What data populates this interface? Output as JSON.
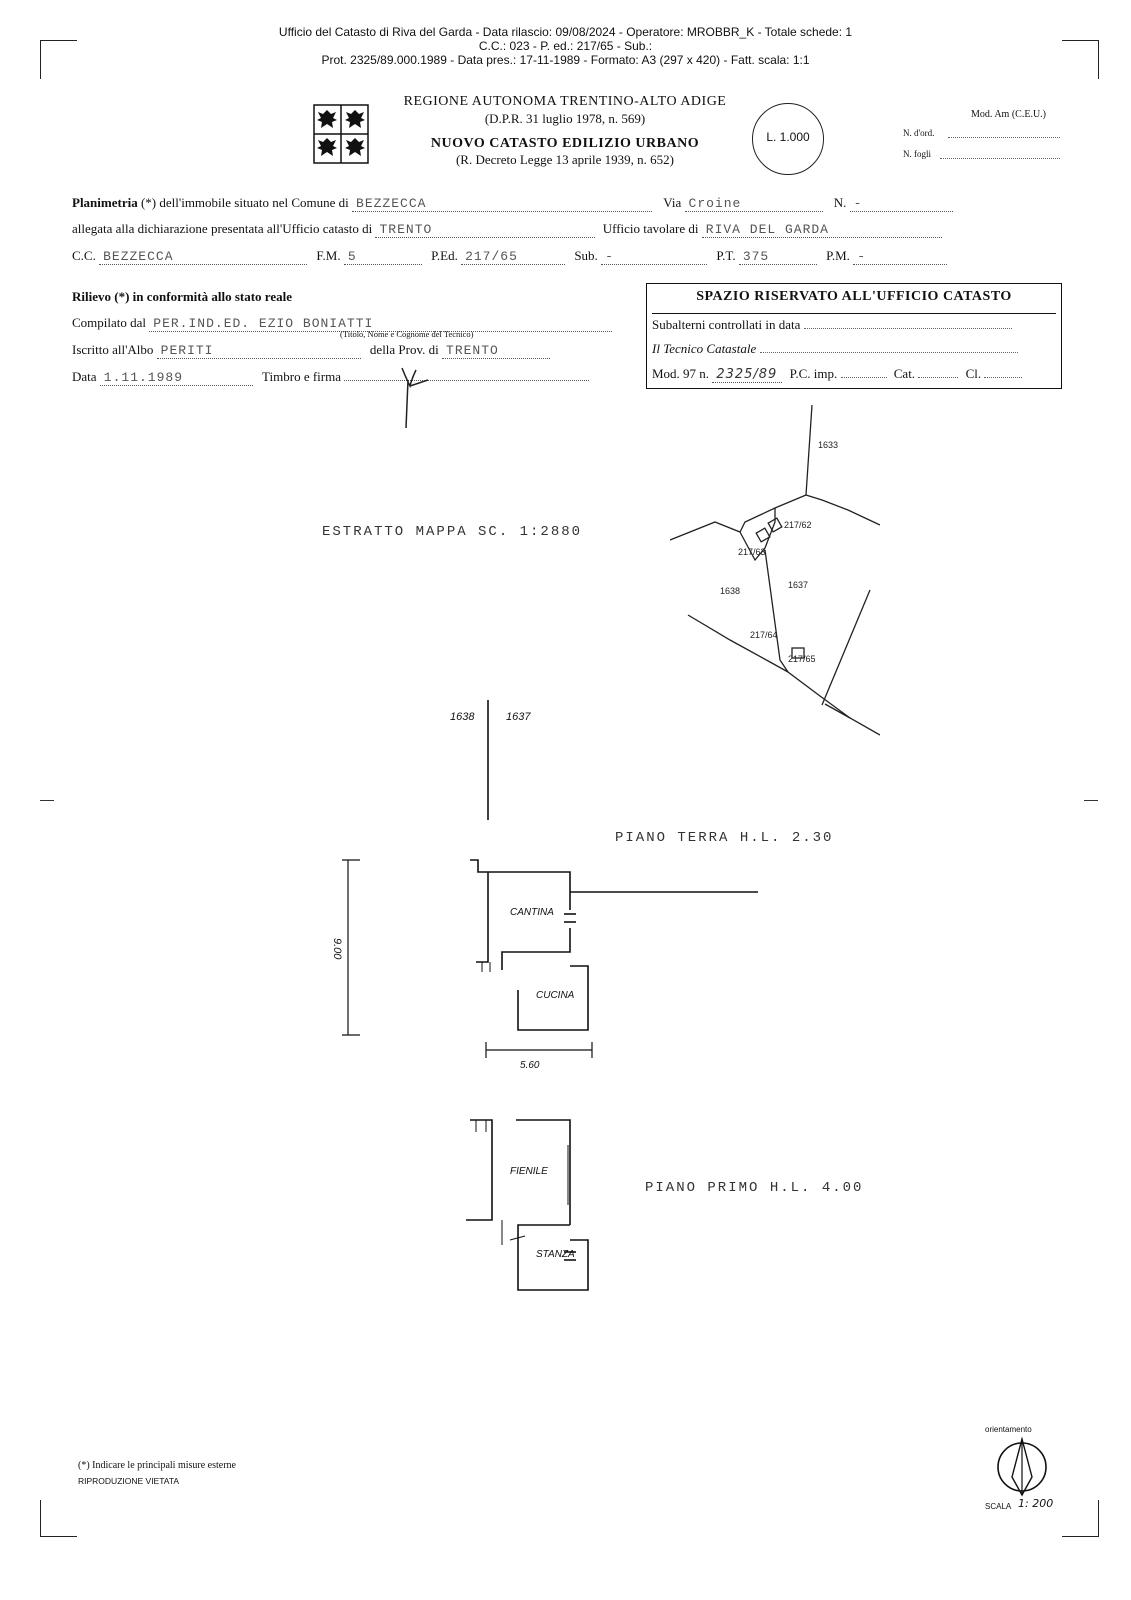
{
  "header": {
    "line1": "Ufficio del Catasto di Riva del Garda - Data rilascio: 09/08/2024 - Operatore: MROBBR_K - Totale schede: 1",
    "line2": "C.C.: 023 - P. ed.: 217/65 - Sub.:",
    "line3": "Prot. 2325/89.000.1989 - Data pres.: 17-11-1989 - Formato: A3 (297 x 420) - Fatt. scala: 1:1"
  },
  "title": {
    "region": "REGIONE AUTONOMA TRENTINO-ALTO ADIGE",
    "dpr": "(D.P.R. 31 luglio 1978, n. 569)",
    "catasto": "NUOVO CATASTO EDILIZIO URBANO",
    "decreto": "(R. Decreto Legge 13 aprile 1939, n. 652)",
    "stamp": "L. 1.000",
    "mod": "Mod. Am (C.E.U.)",
    "n_ord_label": "N. d'ord.",
    "n_fogli_label": "N. fogli"
  },
  "planimetria": {
    "label_bold": "Planimetria",
    "label_rest": "(*) dell'immobile situato nel Comune di",
    "comune": "BEZZECCA",
    "via_label": "Via",
    "via": "Croine",
    "n_label": "N.",
    "n_value": "-",
    "allegata_label": "allegata alla dichiarazione presentata all'Ufficio catasto di",
    "ufficio_catasto": "TRENTO",
    "tavolare_label": "Ufficio tavolare di",
    "tavolare": "RIVA DEL GARDA",
    "cc_label": "C.C.",
    "cc": "BEZZECCA",
    "fm_label": "F.M.",
    "fm": "5",
    "ped_label": "P.Ed.",
    "ped": "217/65",
    "sub_label": "Sub.",
    "sub": "-",
    "pt_label": "P.T.",
    "pt": "375",
    "pm_label": "P.M.",
    "pm": "-"
  },
  "rilievo": {
    "title": "Rilievo (*) in conformità allo stato reale",
    "compilato_label": "Compilato dal",
    "compilato": "PER.IND.ED. EZIO BONIATTI",
    "compilato_note": "(Titolo, Nome e Cognome del Tecnico)",
    "iscritto_label": "Iscritto all'Albo",
    "albo": "PERITI",
    "prov_label": "della Prov. di",
    "prov": "TRENTO",
    "data_label": "Data",
    "data": "1.11.1989",
    "timbro_label": "Timbro e firma"
  },
  "ufficio": {
    "title": "SPAZIO RISERVATO ALL'UFFICIO CATASTO",
    "subalterni": "Subalterni controllati in data",
    "tecnico": "Il Tecnico Catastale",
    "mod97_label": "Mod. 97 n.",
    "mod97": "2325/89",
    "pc_imp": "P.C. imp.",
    "cat": "Cat.",
    "cl": "Cl."
  },
  "map": {
    "estratto": "ESTRATTO MAPPA SC. 1:2880",
    "labels": {
      "p1633": "1633",
      "p21762": "217/62",
      "p21763": "217/63",
      "p1638": "1638",
      "p1637": "1637",
      "p21764": "217/64",
      "p21765": "217/65"
    }
  },
  "plan": {
    "p1638": "1638",
    "p1637": "1637",
    "piano_terra": "PIANO TERRA H.L. 2.30",
    "cantina": "CANTINA",
    "cucina": "CUCINA",
    "dim_vertical": "9.00",
    "dim_horizontal": "5.60",
    "piano_primo": "PIANO PRIMO H.L. 4.00",
    "fienile": "FIENILE",
    "stanza": "STANZA"
  },
  "footer": {
    "note": "(*) Indicare le principali misure esterne",
    "riproduzione": "RIPRODUZIONE VIETATA",
    "orientamento": "orientamento",
    "scala_label": "SCALA",
    "scala_value": "1: 200"
  }
}
